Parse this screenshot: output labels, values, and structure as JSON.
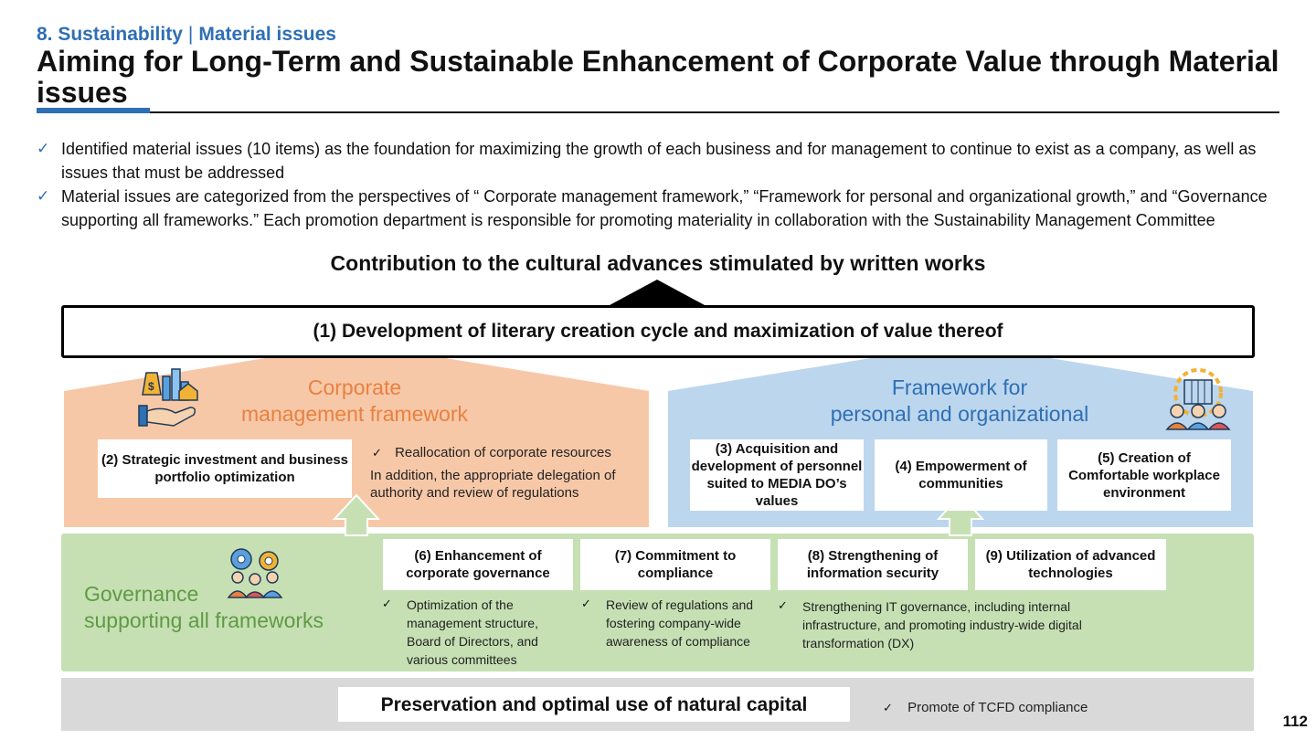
{
  "header": {
    "section": "8. Sustainability",
    "separator": "|",
    "subsection": "Material issues",
    "title": "Aiming for Long-Term and Sustainable Enhancement of Corporate Value through Material issues"
  },
  "bullets": [
    "Identified material issues (10 items) as the foundation for maximizing the growth of each business and for management to continue to exist as a company, as well as issues that must be addressed",
    "Material issues are categorized from the perspectives of “ Corporate management framework,” “Framework for personal and organizational growth,” and “Governance supporting all frameworks.” Each promotion department is responsible for promoting materiality in collaboration with the Sustainability Management Committee"
  ],
  "headline": "Contribution to the cultural advances stimulated by written works",
  "item1": "(1) Development of literary creation cycle and maximization of value thereof",
  "corporate": {
    "heading": "Corporate\nmanagement framework",
    "item2": "(2) Strategic investment and business portfolio optimization",
    "check_text": "Reallocation of corporate resources",
    "note": "In addition, the appropriate delegation of authority and review of regulations"
  },
  "personal": {
    "heading": "Framework for\npersonal and organizational",
    "item3": "(3) Acquisition and development of personnel suited to MEDIA DO’s values",
    "item4": "(4) Empowerment of communities",
    "item5": "(5) Creation of Comfortable workplace environment"
  },
  "governance": {
    "heading": "Governance\nsupporting all frameworks",
    "item6": "(6) Enhancement of corporate governance",
    "item7": "(7) Commitment to compliance",
    "item8": "(8) Strengthening of information security",
    "item9": "(9) Utilization of advanced technologies",
    "note6": "Optimization of the management structure, Board of Directors, and various committees",
    "note7": "Review of regulations and fostering company-wide awareness of compliance",
    "note8": "Strengthening IT governance, including internal infrastructure, and promoting industry-wide digital transformation (DX)"
  },
  "natural_capital": {
    "title": "Preservation and optimal use of natural capital",
    "check_text": "Promote of TCFD compliance"
  },
  "page_number": "112",
  "check_mark": "✓",
  "icons": [
    "money-hand-icon",
    "building-people-icon",
    "team-gear-icon"
  ],
  "colors": {
    "accent_blue": "#2f6fb3",
    "orange_fill": "#f7c8a8",
    "orange_text": "#e8813f",
    "blue_fill": "#bcd6ee",
    "green_fill": "#c6e0b4",
    "green_text": "#5f9a44",
    "gray_fill": "#d9d9d9"
  }
}
